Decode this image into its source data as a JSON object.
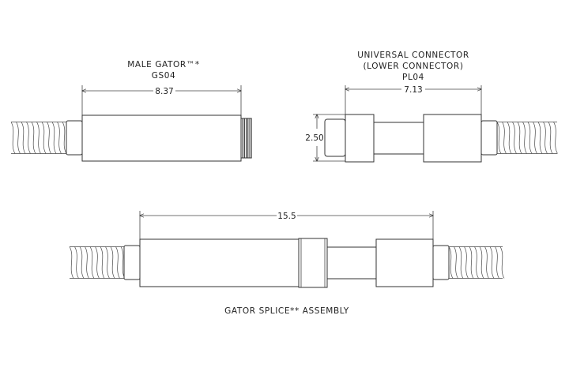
{
  "male_gator": {
    "title_line1": "MALE GATOR™*",
    "title_line2": "GS04",
    "length_dim": "8.37"
  },
  "universal_connector": {
    "title_line1": "UNIVERSAL CONNECTOR",
    "title_line2": "(LOWER CONNECTOR)",
    "title_line3": "PL04",
    "length_dim": "7.13",
    "height_dim": "2.50"
  },
  "splice_assembly": {
    "length_dim": "15.5",
    "caption": "GATOR SPLICE** ASSEMBLY"
  }
}
